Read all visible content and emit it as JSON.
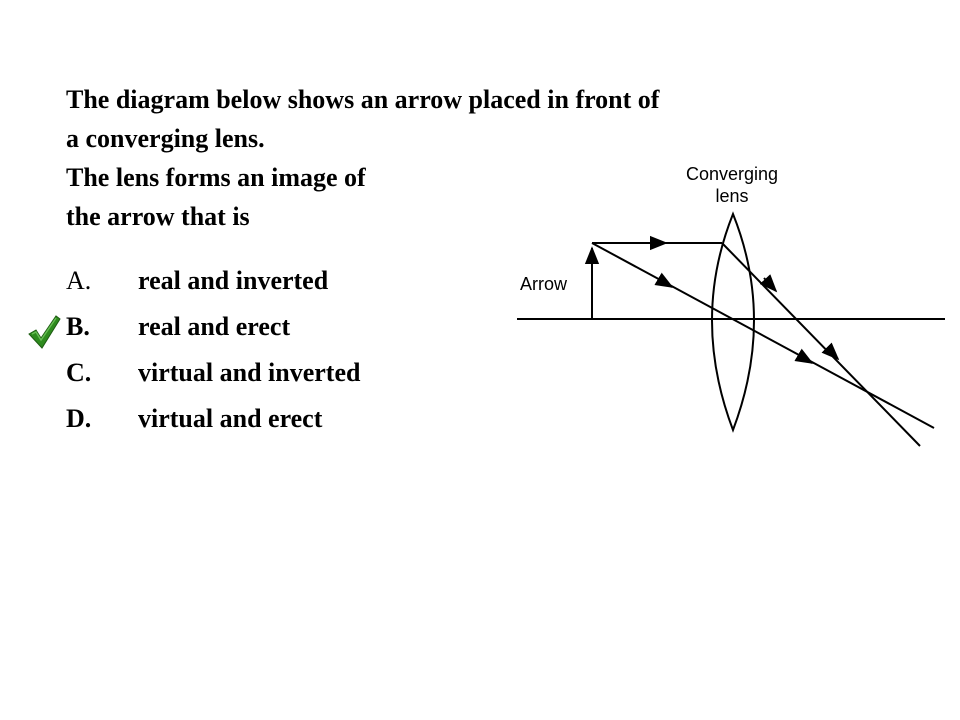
{
  "question": {
    "lines": [
      "The diagram below shows an arrow placed in front of",
      "a converging lens.",
      "The lens forms an image of",
      "the arrow that is"
    ]
  },
  "choices": [
    {
      "letter": "A.",
      "text": "real and inverted",
      "selected": false
    },
    {
      "letter": "B.",
      "text": "real and erect",
      "selected": true
    },
    {
      "letter": "C.",
      "text": "virtual and inverted",
      "selected": false
    },
    {
      "letter": "D.",
      "text": "virtual and erect",
      "selected": false
    }
  ],
  "diagram": {
    "lens_label_line1": "Converging",
    "lens_label_line2": "lens",
    "arrow_label": "Arrow"
  },
  "colors": {
    "check": "#2e8b1e"
  }
}
